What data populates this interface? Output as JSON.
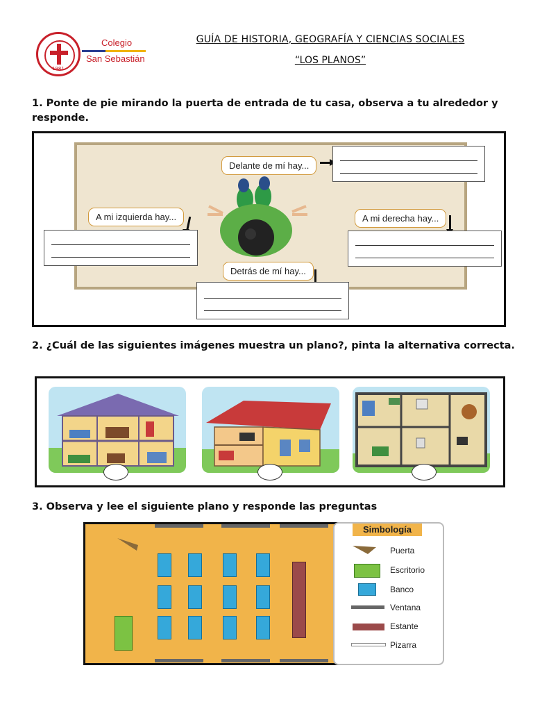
{
  "header": {
    "logo_name_line1": "Colegio",
    "logo_name_line2": "San Sebastián",
    "logo_year": "1981",
    "title": "GUÍA DE HISTORIA, GEOGRAFÍA Y CIENCIAS SOCIALES",
    "subtitle": "“LOS PLANOS”"
  },
  "question1": {
    "text": "1. Ponte de pie mirando la puerta de entrada de tu casa, observa a tu alrededor y responde.",
    "bubbles": {
      "front": "Delante de mí hay...",
      "left": "A mi izquierda hay...",
      "right": "A mi derecha hay...",
      "back": "Detrás de mí hay..."
    }
  },
  "question2": {
    "text": "2. ¿Cuál de las siguientes imágenes muestra un plano?, pinta la alternativa correcta."
  },
  "question3": {
    "text": "3. Observa y lee el siguiente plano y responde las preguntas"
  },
  "legend": {
    "title": "Simbología",
    "items": [
      "Puerta",
      "Escritorio",
      "Banco",
      "Ventana",
      "Estante",
      "Pizarra"
    ]
  },
  "colors": {
    "brand_red": "#c8202a",
    "brand_blue": "#2b3f93",
    "floor": "#f1b44a",
    "desk": "#35a8da",
    "escritorio": "#7cc243",
    "estante": "#9b4a4a"
  }
}
